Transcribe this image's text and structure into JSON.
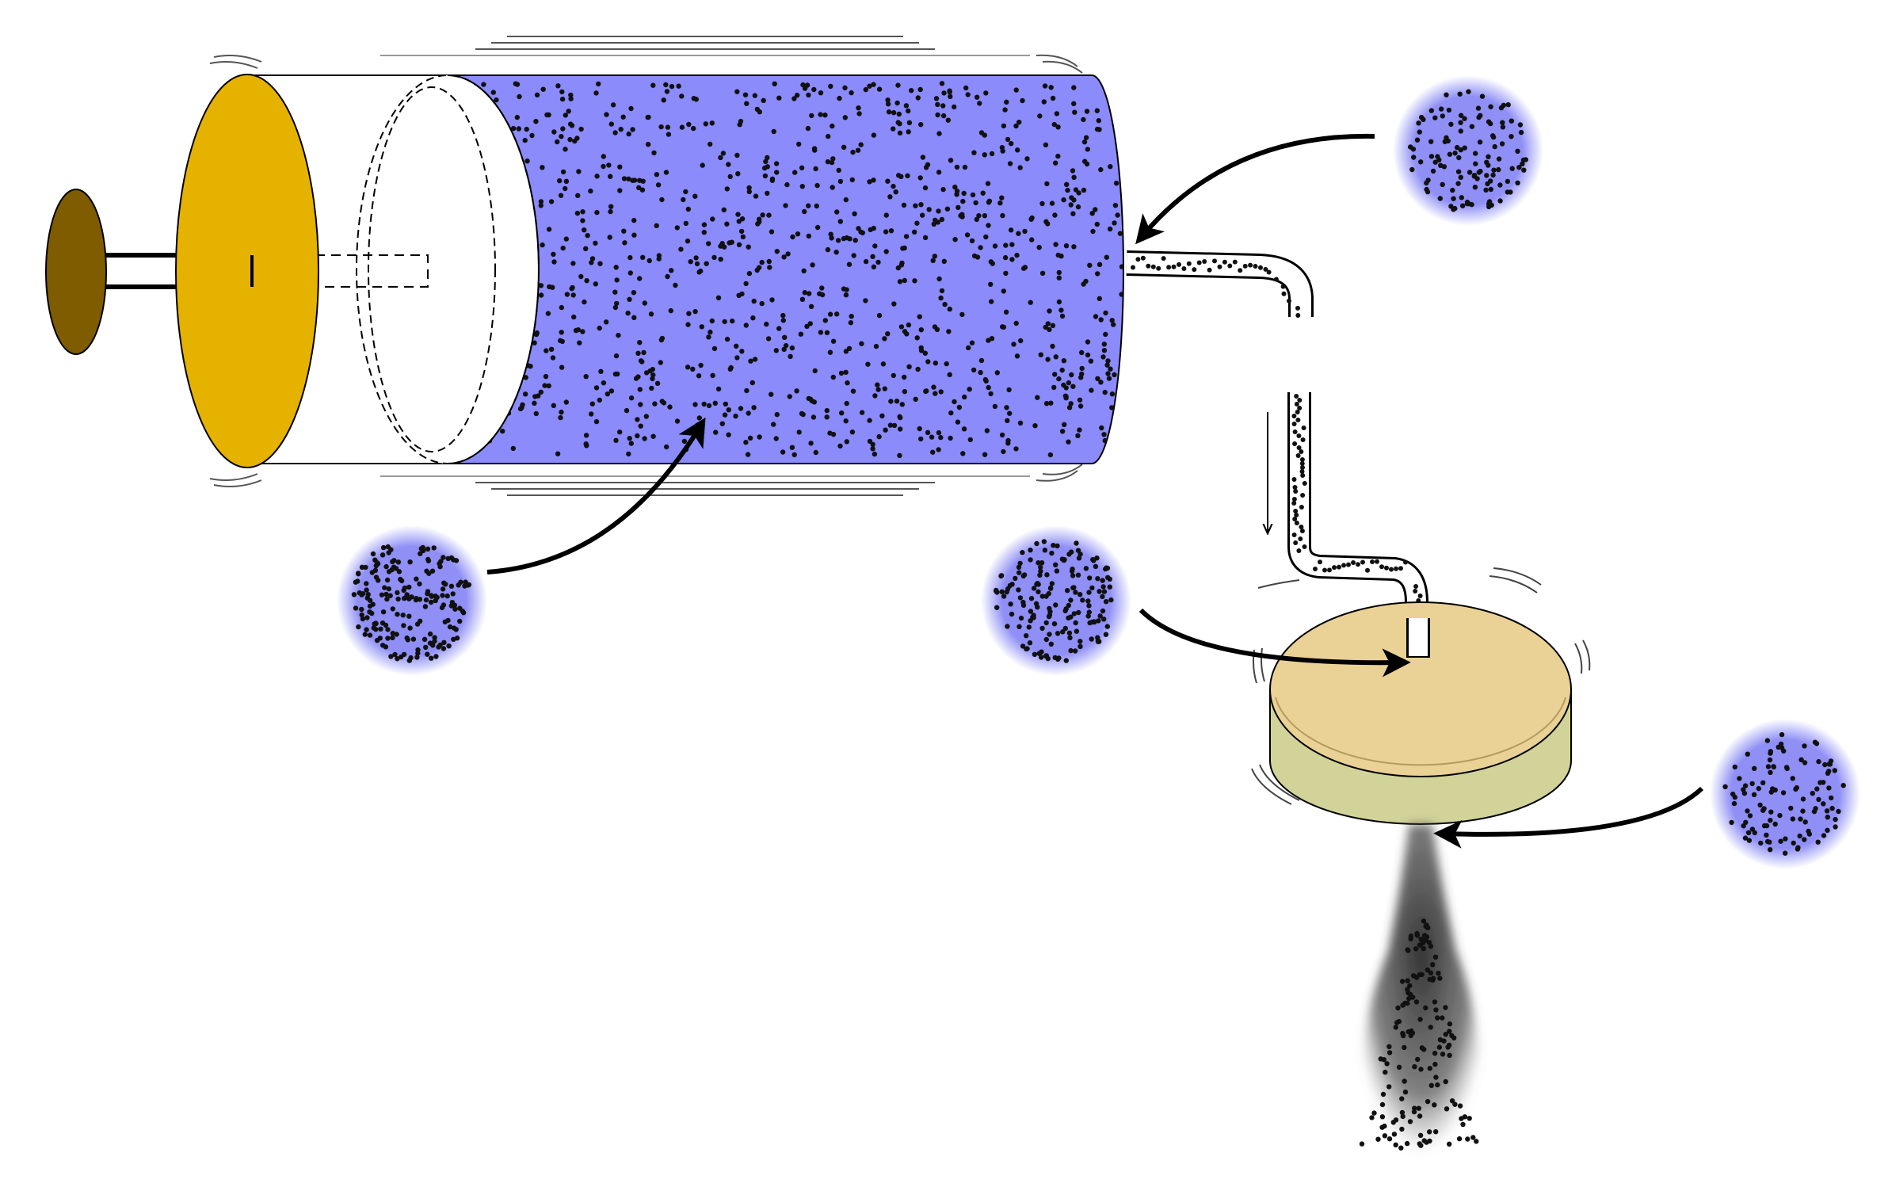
{
  "diagram": {
    "colors": {
      "background": "#ffffff",
      "stroke": "#000000",
      "solution": "#8b8bfb",
      "solution_glow": "#8f8ff6",
      "plunger_disk": "#e6b200",
      "plunger_knob": "#7f5c00",
      "filter_top": "#ead195",
      "filter_side": "#d2d399",
      "particle": "#111111",
      "spray": "#3a3a3a"
    },
    "components": [
      {
        "name": "plunger-knob"
      },
      {
        "name": "plunger-rod"
      },
      {
        "name": "plunger-disk"
      },
      {
        "name": "piston-seal"
      },
      {
        "name": "syringe-barrel"
      },
      {
        "name": "outlet-tube"
      },
      {
        "name": "feed-tube"
      },
      {
        "name": "filter-disk"
      },
      {
        "name": "spray-plume"
      }
    ],
    "insets": [
      {
        "name": "inset-syringe-solution",
        "density": 190
      },
      {
        "name": "inset-tube-inlet",
        "density": 120
      },
      {
        "name": "inset-filter-feed",
        "density": 170
      },
      {
        "name": "inset-filter-outlet",
        "density": 110
      }
    ],
    "flow_arrows": [
      {
        "name": "arrow-to-syringe-interior"
      },
      {
        "name": "arrow-to-tube-inlet"
      },
      {
        "name": "arrow-to-filter-top"
      },
      {
        "name": "arrow-to-filter-bottom"
      },
      {
        "name": "flow-direction-arrow"
      }
    ]
  }
}
